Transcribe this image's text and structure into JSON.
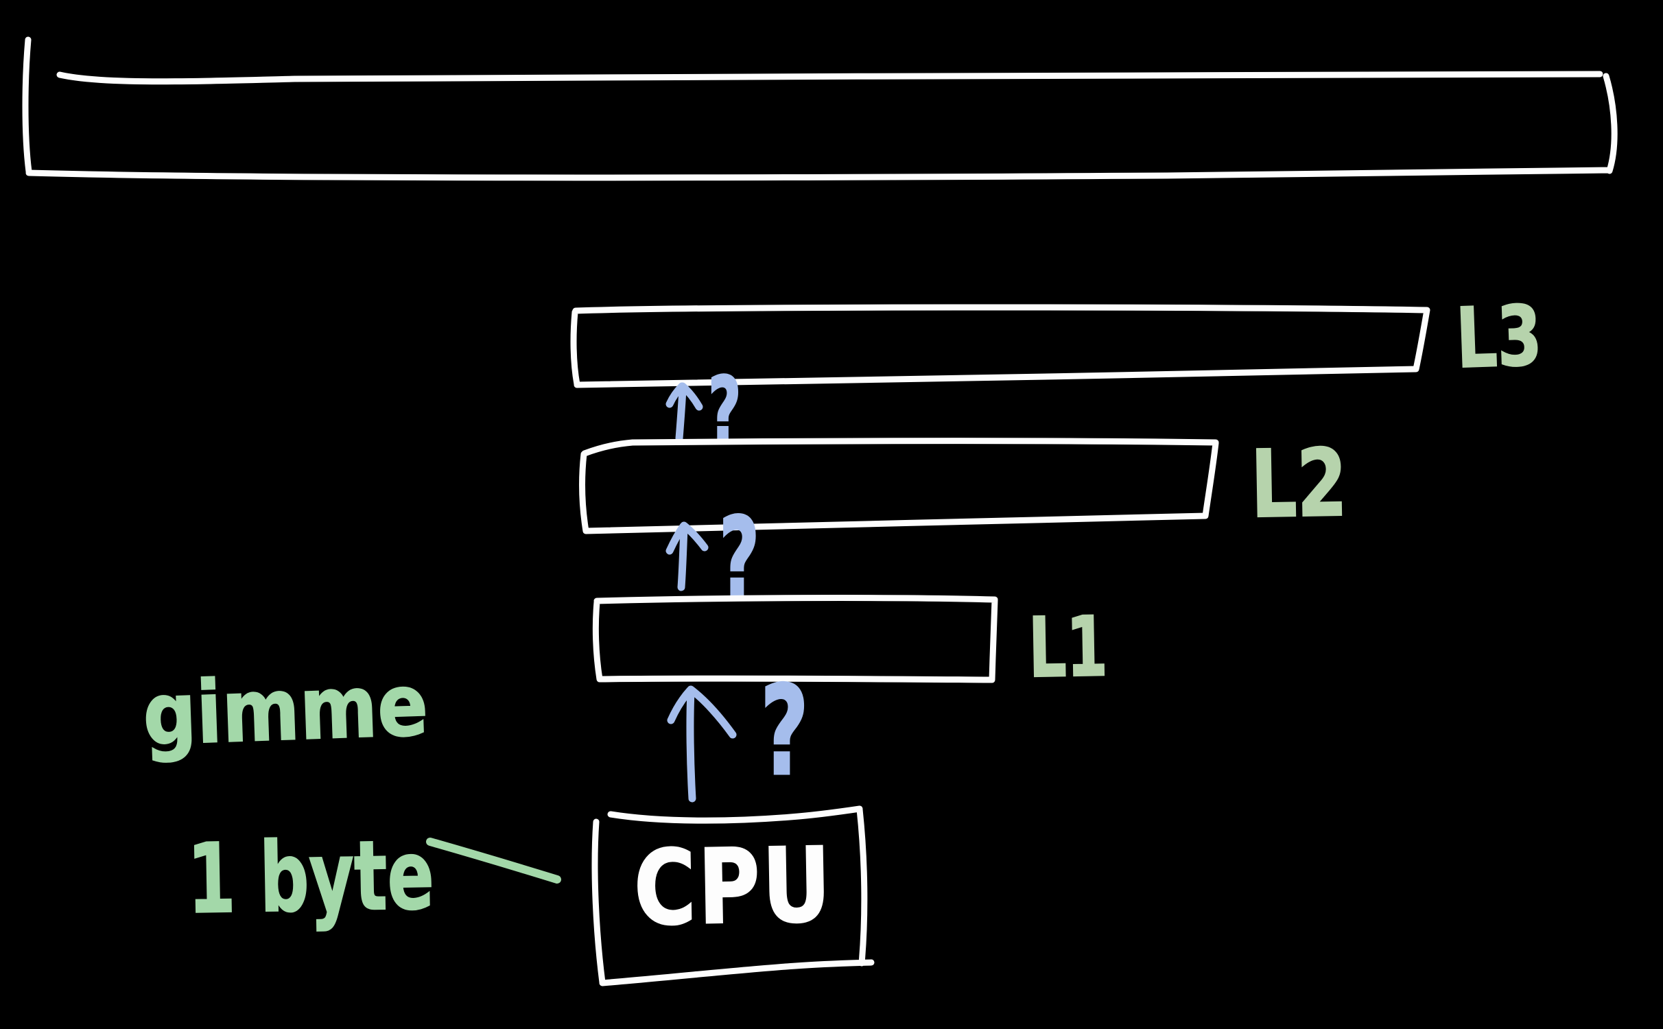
{
  "colors": {
    "background": "#000000",
    "ink": "#fdfdfd",
    "arrow_blue": "#a5bdec",
    "cache_label_green": "#b6d3ac",
    "annotation_green": "#a3d8a9"
  },
  "hierarchy": {
    "top_bar": {
      "label": ""
    },
    "caches": [
      {
        "label": "L3"
      },
      {
        "label": "L2"
      },
      {
        "label": "L1"
      }
    ],
    "cpu": {
      "label": "CPU"
    }
  },
  "arrows": [
    {
      "between": "L2-L3",
      "symbol": "?"
    },
    {
      "between": "L1-L2",
      "symbol": "?"
    },
    {
      "between": "CPU-L1",
      "symbol": "?"
    }
  ],
  "annotation": {
    "request": "gimme",
    "amount": "1 byte"
  }
}
